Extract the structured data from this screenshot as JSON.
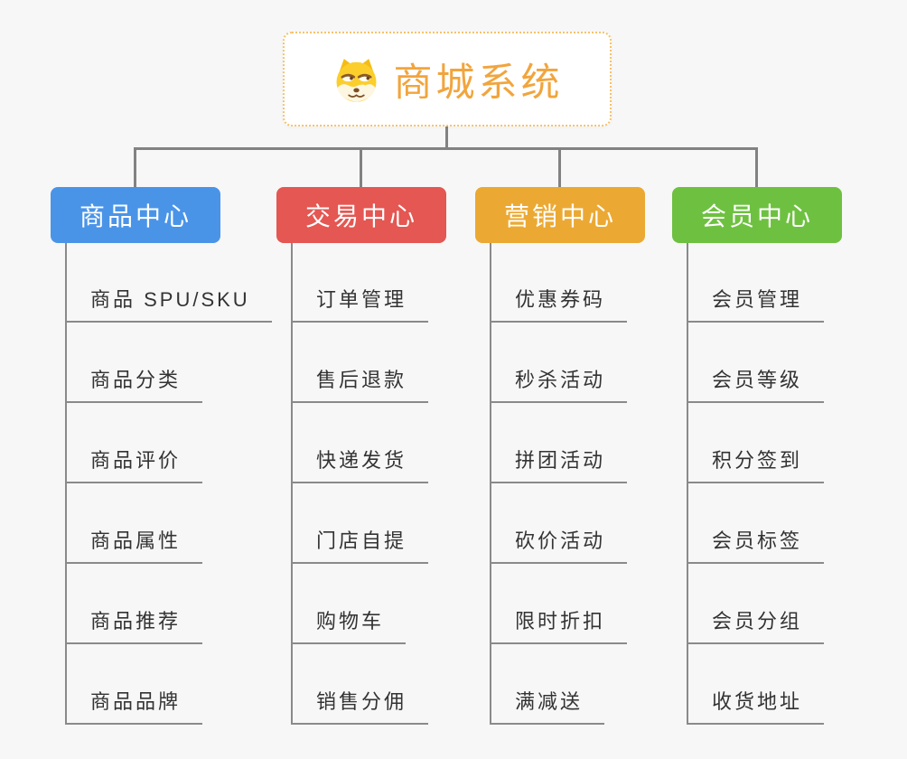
{
  "app": {
    "background_color": "#f7f7f7",
    "connector_color": "#828282",
    "underline_color": "#8a8a8a",
    "item_text_color": "#333333"
  },
  "root": {
    "label": "商城系统",
    "icon": "shiba-dog-icon",
    "text_color": "#f1a53d",
    "border_color": "#f5c26b",
    "background_color": "#ffffff"
  },
  "branches": [
    {
      "label": "商品中心",
      "color": "#4a94e8",
      "items": [
        "商品 SPU/SKU",
        "商品分类",
        "商品评价",
        "商品属性",
        "商品推荐",
        "商品品牌"
      ]
    },
    {
      "label": "交易中心",
      "color": "#e45752",
      "items": [
        "订单管理",
        "售后退款",
        "快递发货",
        "门店自提",
        "购物车",
        "销售分佣"
      ]
    },
    {
      "label": "营销中心",
      "color": "#eba934",
      "items": [
        "优惠券码",
        "秒杀活动",
        "拼团活动",
        "砍价活动",
        "限时折扣",
        "满减送"
      ]
    },
    {
      "label": "会员中心",
      "color": "#6ec140",
      "items": [
        "会员管理",
        "会员等级",
        "积分签到",
        "会员标签",
        "会员分组",
        "收货地址"
      ]
    }
  ]
}
